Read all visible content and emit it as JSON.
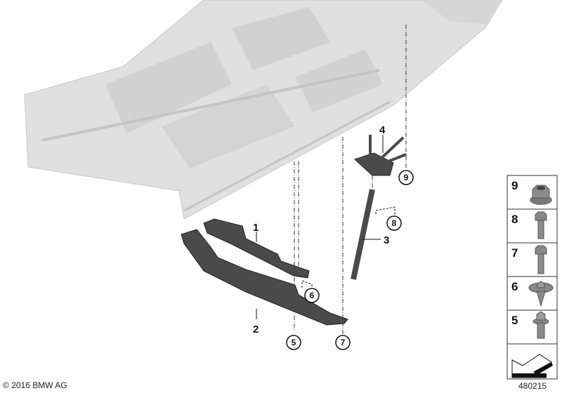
{
  "diagram": {
    "part_labels": [
      "1",
      "2",
      "3",
      "4"
    ],
    "callouts": [
      "5",
      "6",
      "7",
      "8",
      "9"
    ],
    "legend": [
      {
        "number": "9",
        "icon": "hex-nut-icon"
      },
      {
        "number": "8",
        "icon": "hex-bolt-icon"
      },
      {
        "number": "7",
        "icon": "long-hex-bolt-icon"
      },
      {
        "number": "6",
        "icon": "washer-screw-icon"
      },
      {
        "number": "5",
        "icon": "collar-bolt-icon"
      }
    ],
    "direction_icon": "arrow-left-down-icon"
  },
  "footer": {
    "copyright": "© 2016 BMW AG",
    "diagram_id": "480215"
  },
  "colors": {
    "body": "#dcdcdc",
    "part": "#4a4a4a",
    "outline": "#222222"
  }
}
